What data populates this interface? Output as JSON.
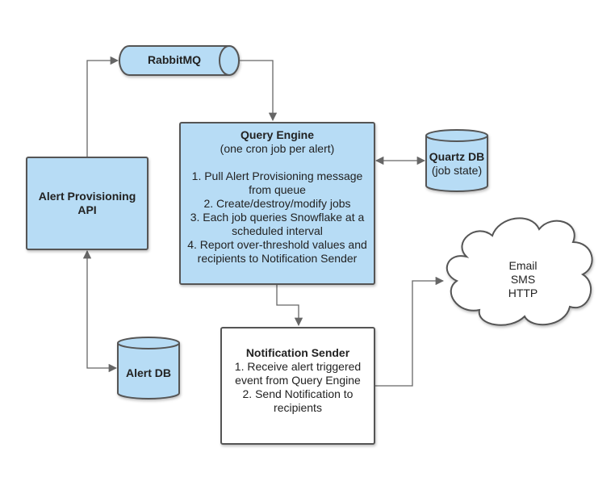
{
  "rabbitmq": {
    "label": "RabbitMQ"
  },
  "query_engine": {
    "title": "Query Engine",
    "subtitle": "(one cron job per alert)",
    "steps": [
      "1. Pull Alert Provisioning message",
      "from queue",
      "2. Create/destroy/modify jobs",
      "3. Each job queries Snowflake at a",
      "scheduled interval",
      "4. Report over-threshold values and",
      "recipients to Notification Sender"
    ]
  },
  "quartz_db": {
    "title": "Quartz DB",
    "subtitle": "(job state)"
  },
  "alert_api": {
    "line1": "Alert Provisioning",
    "line2": "API"
  },
  "alert_db": {
    "label": "Alert DB"
  },
  "notification_sender": {
    "title": "Notification Sender",
    "lines": [
      "1. Receive alert triggered",
      "event from Query Engine",
      "2. Send Notification to",
      "recipients"
    ]
  },
  "cloud": {
    "lines": [
      "Email",
      "SMS",
      "HTTP"
    ]
  },
  "colors": {
    "fill": "#b7dcf5",
    "stroke": "#555555",
    "arrow": "#666666"
  }
}
